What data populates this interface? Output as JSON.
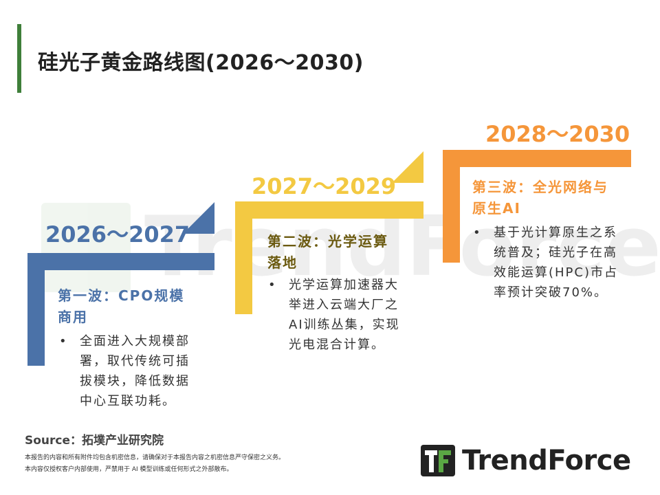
{
  "title": "硅光子黄金路线图(2026～2030)",
  "watermark": "TrendForce",
  "colors": {
    "wave1": "#4b72a8",
    "wave2": "#f3c942",
    "wave2_text": "#6b5a10",
    "wave3": "#f5963a"
  },
  "waves": [
    {
      "years": "2026～2027",
      "title_lines": [
        "第一波：CPO规模",
        "商用"
      ],
      "bullet_lines": [
        "全面进入大规模部",
        "署，取代传统可插",
        "拔模块，降低数据",
        "中心互联功耗。"
      ]
    },
    {
      "years": "2027～2029",
      "title_lines": [
        "第二波：光学运算",
        "落地"
      ],
      "bullet_lines": [
        "光学运算加速器大",
        "举进入云端大厂之",
        "AI训练丛集，实现",
        "光电混合计算。"
      ]
    },
    {
      "years": "2028～2030",
      "title_lines": [
        "第三波：全光网络与",
        "原生AI"
      ],
      "bullet_lines": [
        "基于光计算原生之系",
        "统普及；硅光子在高",
        "效能运算(HPC)市占",
        "率预计突破70%。"
      ]
    }
  ],
  "source": "Source：拓墣产业研究院",
  "notes": [
    "本报告的内容和所有附件均包含机密信息，请确保对于本报告内容之机密信息严守保密之义务。",
    "本内容仅授权客户内部使用，严禁用于 AI 模型训练或任何形式之外部散布。"
  ],
  "logo": "TrendForce"
}
